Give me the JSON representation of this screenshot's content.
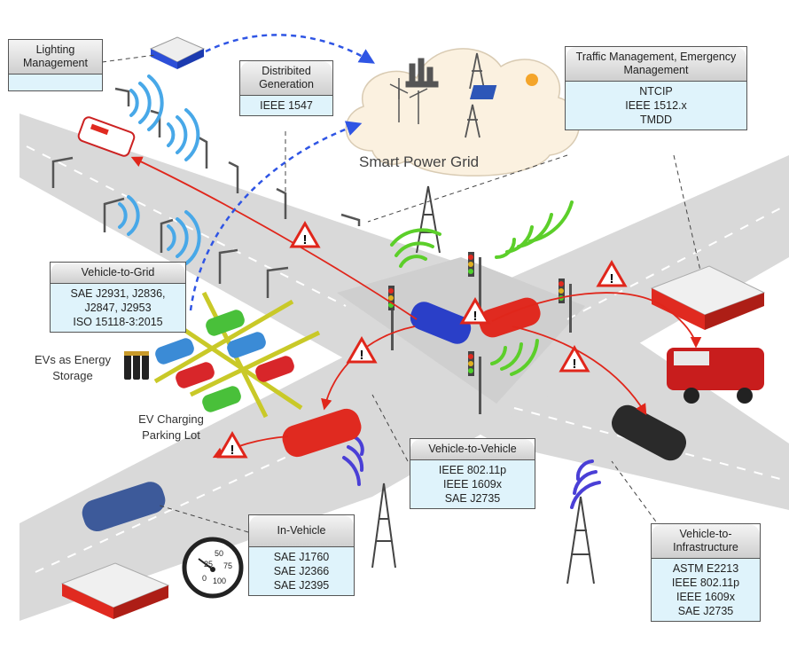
{
  "cloud": {
    "title": "Smart Power Grid"
  },
  "boxes": {
    "lighting": {
      "title": "Lighting Management",
      "lines": []
    },
    "distributed": {
      "title": "Distribited Generation",
      "lines": [
        "IEEE 1547"
      ]
    },
    "traffic": {
      "title": "Traffic Management, Emergency Management",
      "lines": [
        "NTCIP",
        "IEEE 1512.x",
        "TMDD"
      ]
    },
    "v2g": {
      "title": "Vehicle-to-Grid",
      "lines": [
        "SAE J2931, J2836,",
        "J2847, J2953",
        "ISO 15118-3:2015"
      ]
    },
    "v2v": {
      "title": "Vehicle-to-Vehicle",
      "lines": [
        "IEEE 802.11p",
        "IEEE 1609x",
        "SAE J2735"
      ]
    },
    "invehicle": {
      "title": "In-Vehicle",
      "lines": [
        "SAE J1760",
        "SAE J2366",
        "SAE J2395"
      ]
    },
    "v2i": {
      "title": "Vehicle-to-Infrastructure",
      "lines": [
        "ASTM E2213",
        "IEEE 802.11p",
        "IEEE 1609x",
        "SAE J2735"
      ]
    }
  },
  "labels": {
    "ev_storage": "EVs as Energy Storage",
    "ev_parking": "EV Charging Parking Lot"
  },
  "speedometer": {
    "ticks": [
      "25",
      "50",
      "75",
      "0",
      "100"
    ]
  },
  "colors": {
    "alert_red": "#e0261b",
    "grid_link_blue": "#2f55e4",
    "signal_green": "#5ccf2a",
    "signal_blue": "#4a3fd6",
    "standards_fill": "#dff3fb"
  }
}
